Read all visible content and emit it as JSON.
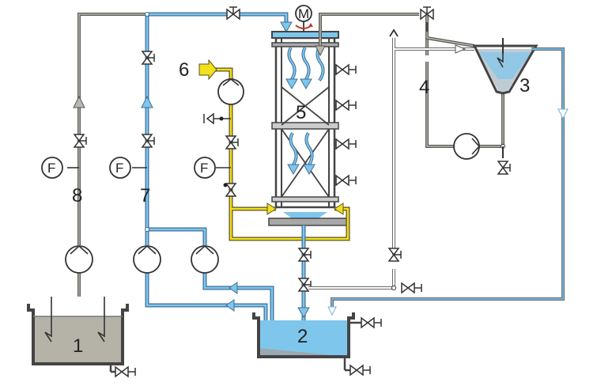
{
  "diagram": {
    "labels": {
      "n1": "1",
      "n2": "2",
      "n3": "3",
      "n4": "4",
      "n5": "5",
      "n6": "6",
      "n7": "7",
      "n8": "8"
    },
    "instruments": {
      "flow_meter": "F",
      "motor": "M"
    },
    "colors": {
      "water": "#7fc6ec",
      "reagent": "#f2e01c",
      "grey_liquid": "#b5b3a8",
      "frame": "#555555"
    }
  }
}
